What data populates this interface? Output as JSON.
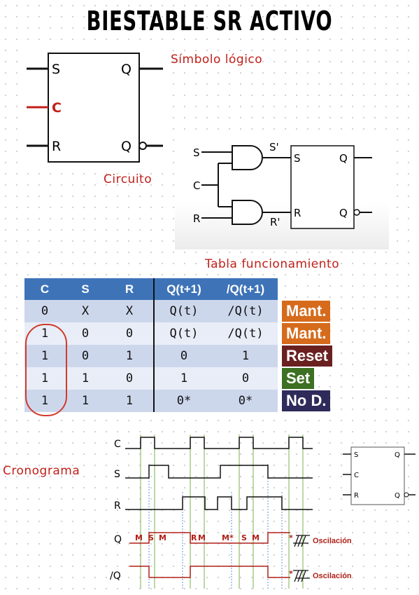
{
  "title": "BIESTABLE SR ACTIVO",
  "symbol": {
    "caption": "Símbolo lógico",
    "s": "S",
    "c": "C",
    "r": "R",
    "q": "Q",
    "qbar": "Q"
  },
  "circuit": {
    "caption": "Circuito",
    "s": "S",
    "c": "C",
    "r": "R",
    "s_prime": "S'",
    "r_prime": "R'",
    "ff_s": "S",
    "ff_r": "R",
    "q": "Q",
    "qbar": "Q"
  },
  "table": {
    "caption": "Tabla funcionamiento",
    "headers": [
      "C",
      "S",
      "R",
      "Q(t+1)",
      "/Q(t+1)"
    ],
    "rows": [
      {
        "cells": [
          "0",
          "X",
          "X",
          "Q(t)",
          "/Q(t)"
        ],
        "tag": "Mant.",
        "tag_color": "#d66b1c"
      },
      {
        "cells": [
          "1",
          "0",
          "0",
          "Q(t)",
          "/Q(t)"
        ],
        "tag": "Mant.",
        "tag_color": "#d66b1c"
      },
      {
        "cells": [
          "1",
          "0",
          "1",
          "0",
          "1"
        ],
        "tag": "Reset",
        "tag_color": "#6b2020"
      },
      {
        "cells": [
          "1",
          "1",
          "0",
          "1",
          "0"
        ],
        "tag": "Set",
        "tag_color": "#3d7022"
      },
      {
        "cells": [
          "1",
          "1",
          "1",
          "0*",
          "0*"
        ],
        "tag": "No D.",
        "tag_color": "#2e2a5a"
      }
    ]
  },
  "chrono": {
    "caption": "Cronograma",
    "signals": [
      "C",
      "S",
      "R",
      "Q",
      "/Q"
    ],
    "q_marks": [
      "M",
      "S",
      "M",
      "R",
      "M",
      "M*",
      "S",
      "M",
      "*"
    ],
    "qbar_mark": "*",
    "osc": "Oscilación",
    "mini": {
      "s": "S",
      "c": "C",
      "r": "R",
      "q": "Q",
      "qbar": "Q"
    }
  },
  "colors": {
    "accent_red": "#c0201a",
    "header_blue": "#3e73b8"
  }
}
